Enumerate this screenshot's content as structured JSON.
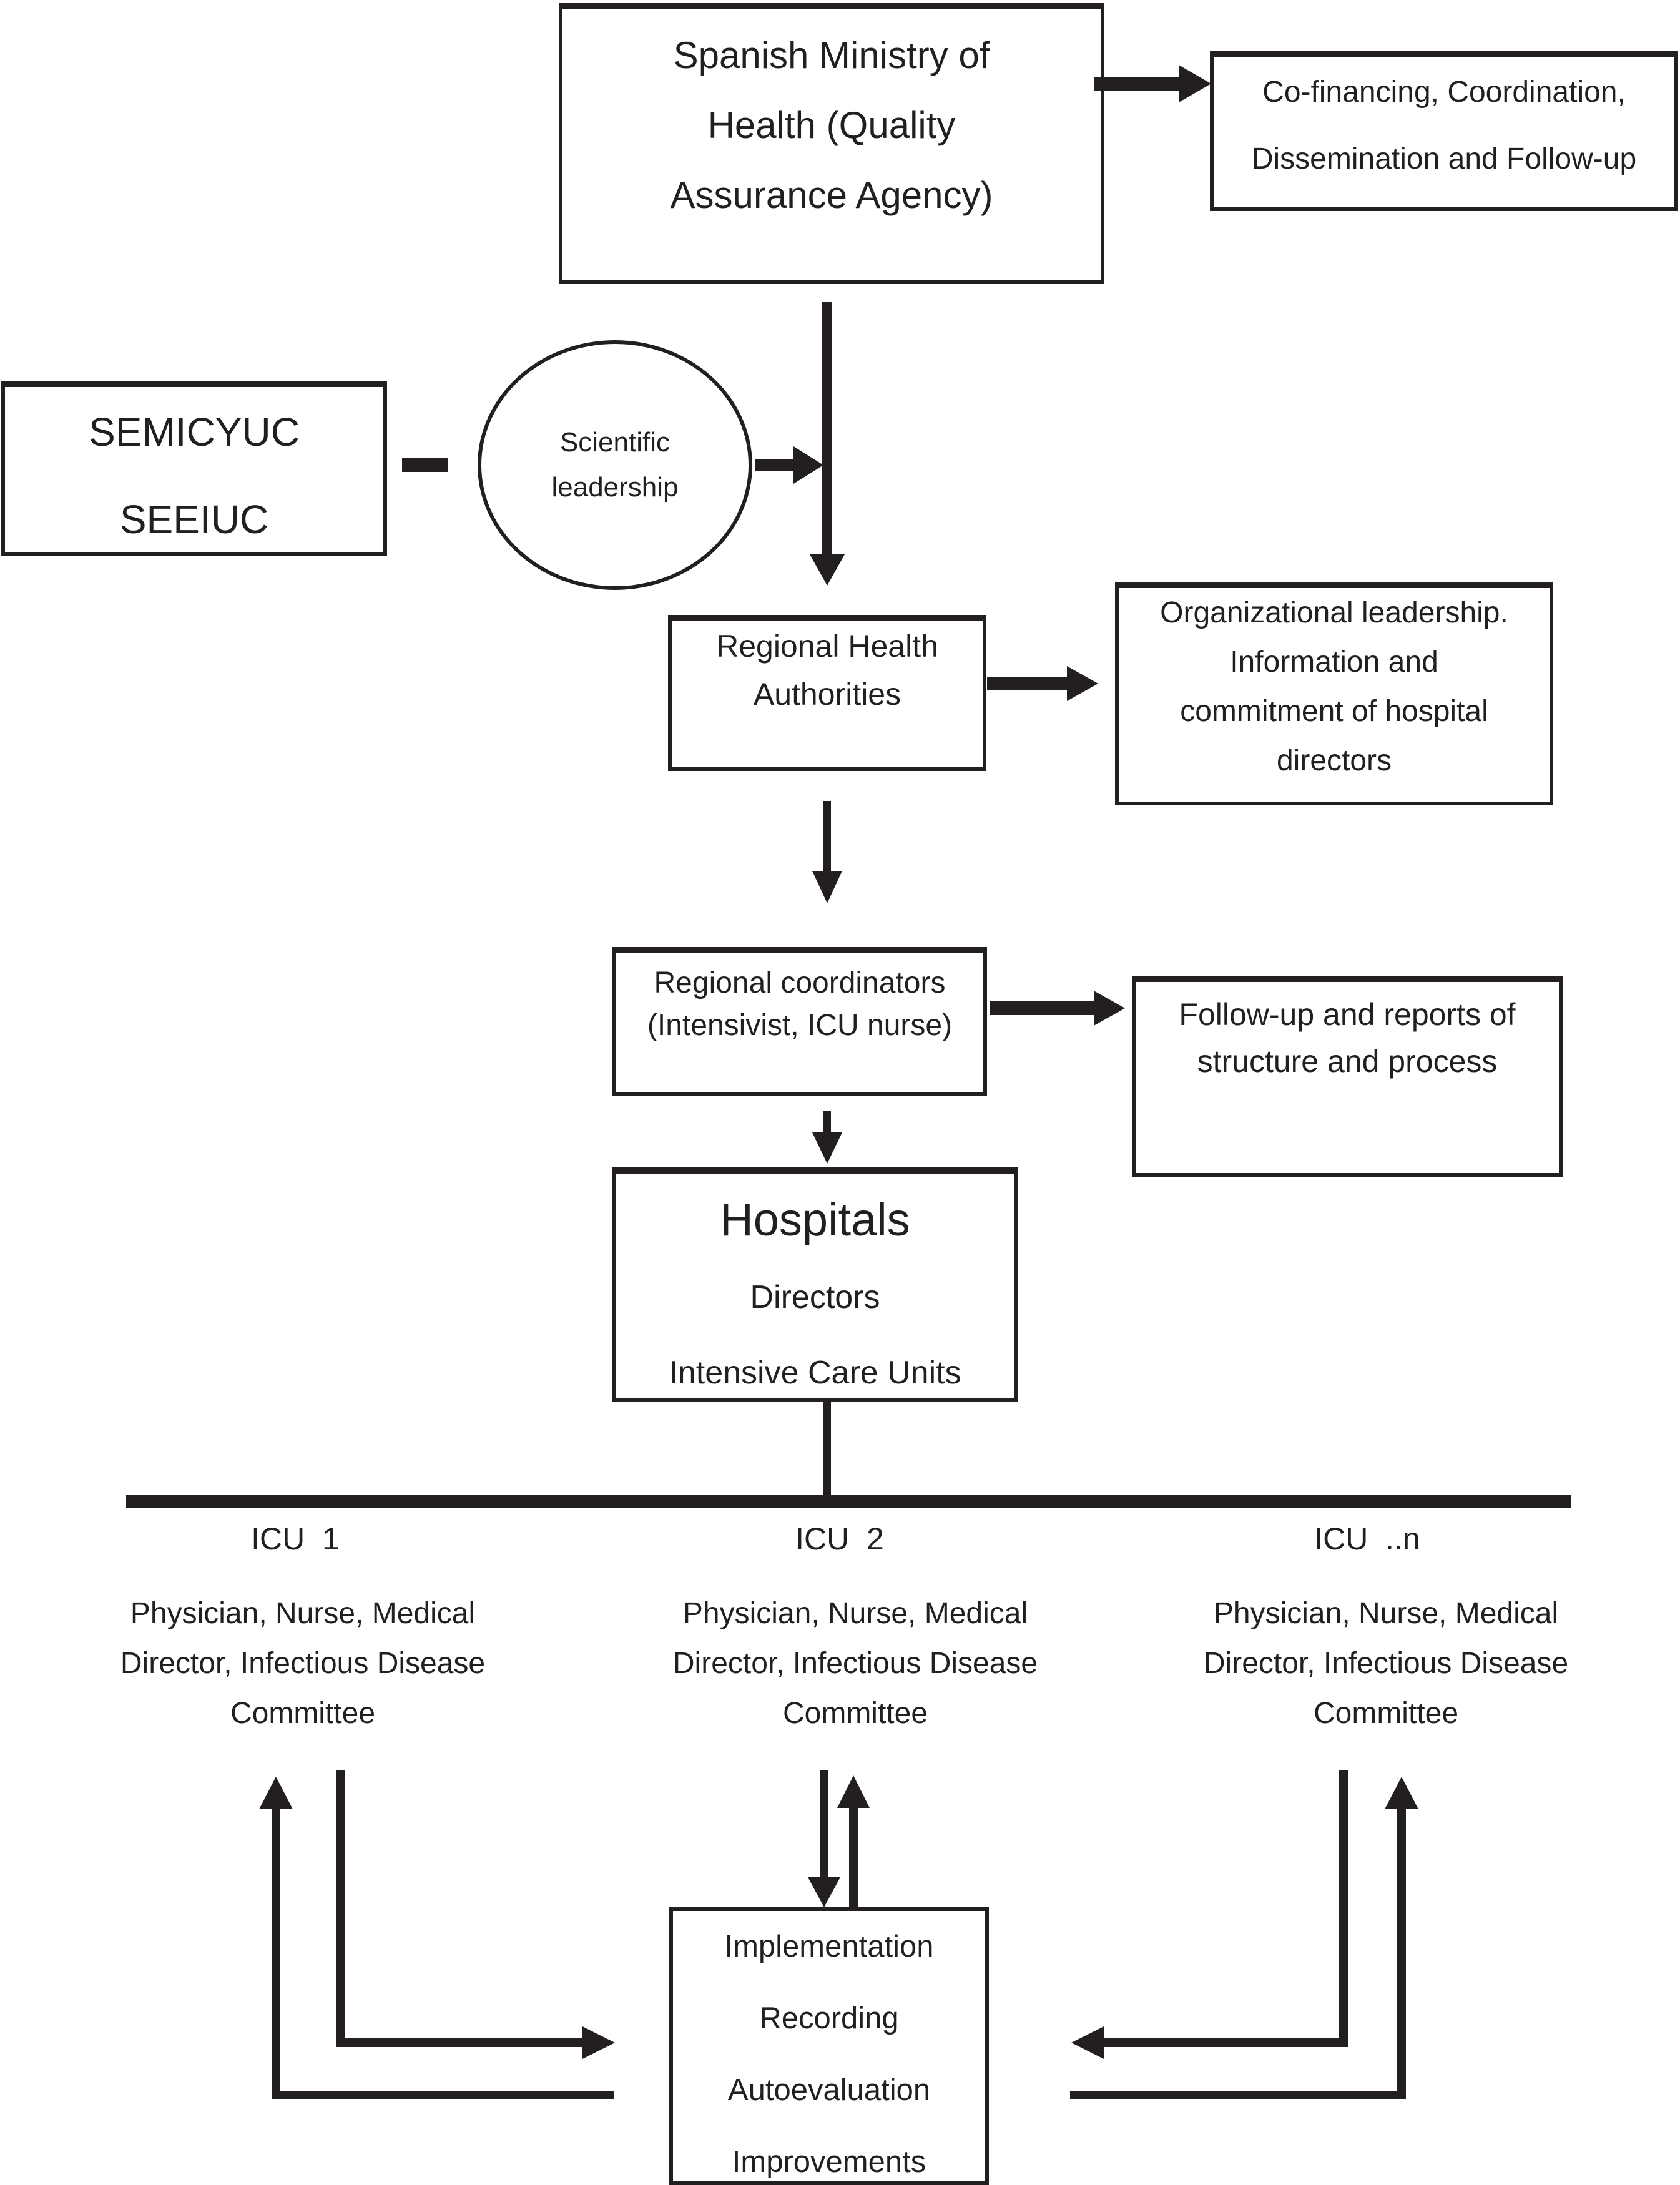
{
  "colors": {
    "ink": "#231f20",
    "background": "#ffffff"
  },
  "ministry": {
    "lines": [
      "Spanish Ministry of",
      "Health (Quality",
      "Assurance Agency)"
    ]
  },
  "cofinancing": {
    "lines": [
      "Co-financing, Coordination,",
      "Dissemination and Follow-up"
    ]
  },
  "societies": {
    "lines": [
      "SEMICYUC",
      "SEEIUC"
    ]
  },
  "scientific_leadership": {
    "lines": [
      "Scientific",
      "leadership"
    ]
  },
  "regional_health": {
    "lines": [
      "Regional Health",
      "Authorities"
    ]
  },
  "organizational": {
    "lines": [
      "Organizational leadership.",
      "Information and",
      "commitment of hospital",
      "directors"
    ]
  },
  "regional_coordinators": {
    "lines": [
      "Regional coordinators",
      "(Intensivist, ICU nurse)"
    ]
  },
  "followup_reports": {
    "lines": [
      "Follow-up and reports of",
      "structure and process"
    ]
  },
  "hospitals": {
    "title": "Hospitals",
    "lines": [
      "Directors",
      "Intensive Care Units"
    ]
  },
  "icu_units": [
    {
      "label": "ICU  1",
      "lines": [
        "Physician, Nurse, Medical",
        "Director, Infectious Disease",
        "Committee"
      ]
    },
    {
      "label": "ICU  2",
      "lines": [
        "Physician, Nurse, Medical",
        "Director, Infectious Disease",
        "Committee"
      ]
    },
    {
      "label": "ICU  ..n",
      "lines": [
        "Physician, Nurse, Medical",
        "Director, Infectious Disease",
        "Committee"
      ]
    }
  ],
  "improvement_cycle": {
    "lines": [
      "Implementation",
      "Recording",
      "Autoevaluation",
      "Improvements"
    ]
  }
}
